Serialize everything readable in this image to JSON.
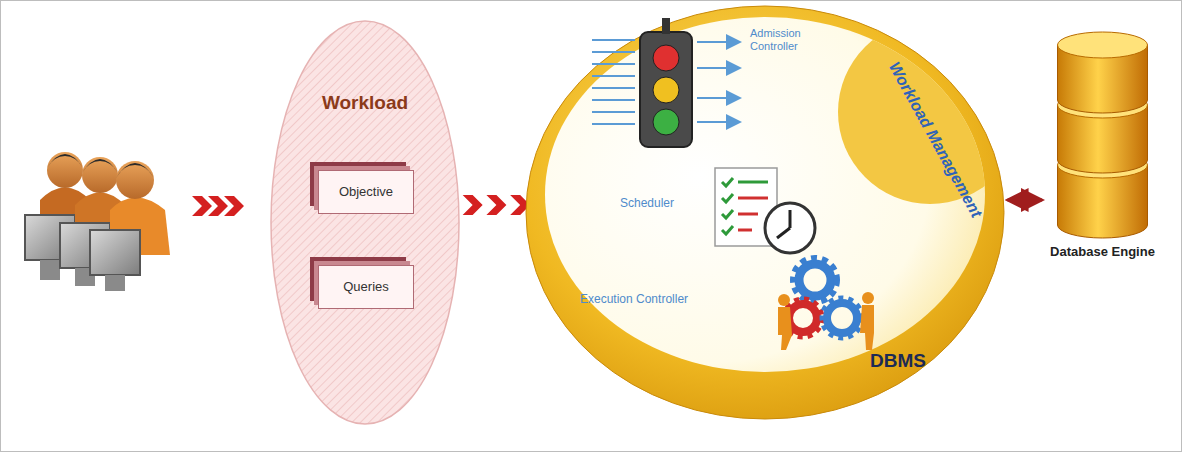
{
  "diagram": {
    "nodes": [
      {
        "text": [
          "Workload"
        ]
      },
      {
        "text": [
          "Objective"
        ],
        "in": 0
      },
      {
        "text": [
          "Queries"
        ],
        "in": 0
      },
      {
        "text": [
          "DBMS"
        ]
      },
      {
        "text": [
          "Workload Management"
        ],
        "in": 3
      },
      {
        "text": [
          "Admission Controller"
        ],
        "in": 4
      },
      {
        "text": [
          "Scheduler"
        ],
        "in": 4
      },
      {
        "text": [
          "Execution Controller"
        ],
        "in": 4
      },
      {
        "text": [
          "Database Engine"
        ]
      }
    ],
    "edges": [
      {
        "from": 0,
        "to": 3,
        "arrow": "to"
      },
      {
        "from": 3,
        "to": 8,
        "arrow": "both"
      }
    ]
  }
}
